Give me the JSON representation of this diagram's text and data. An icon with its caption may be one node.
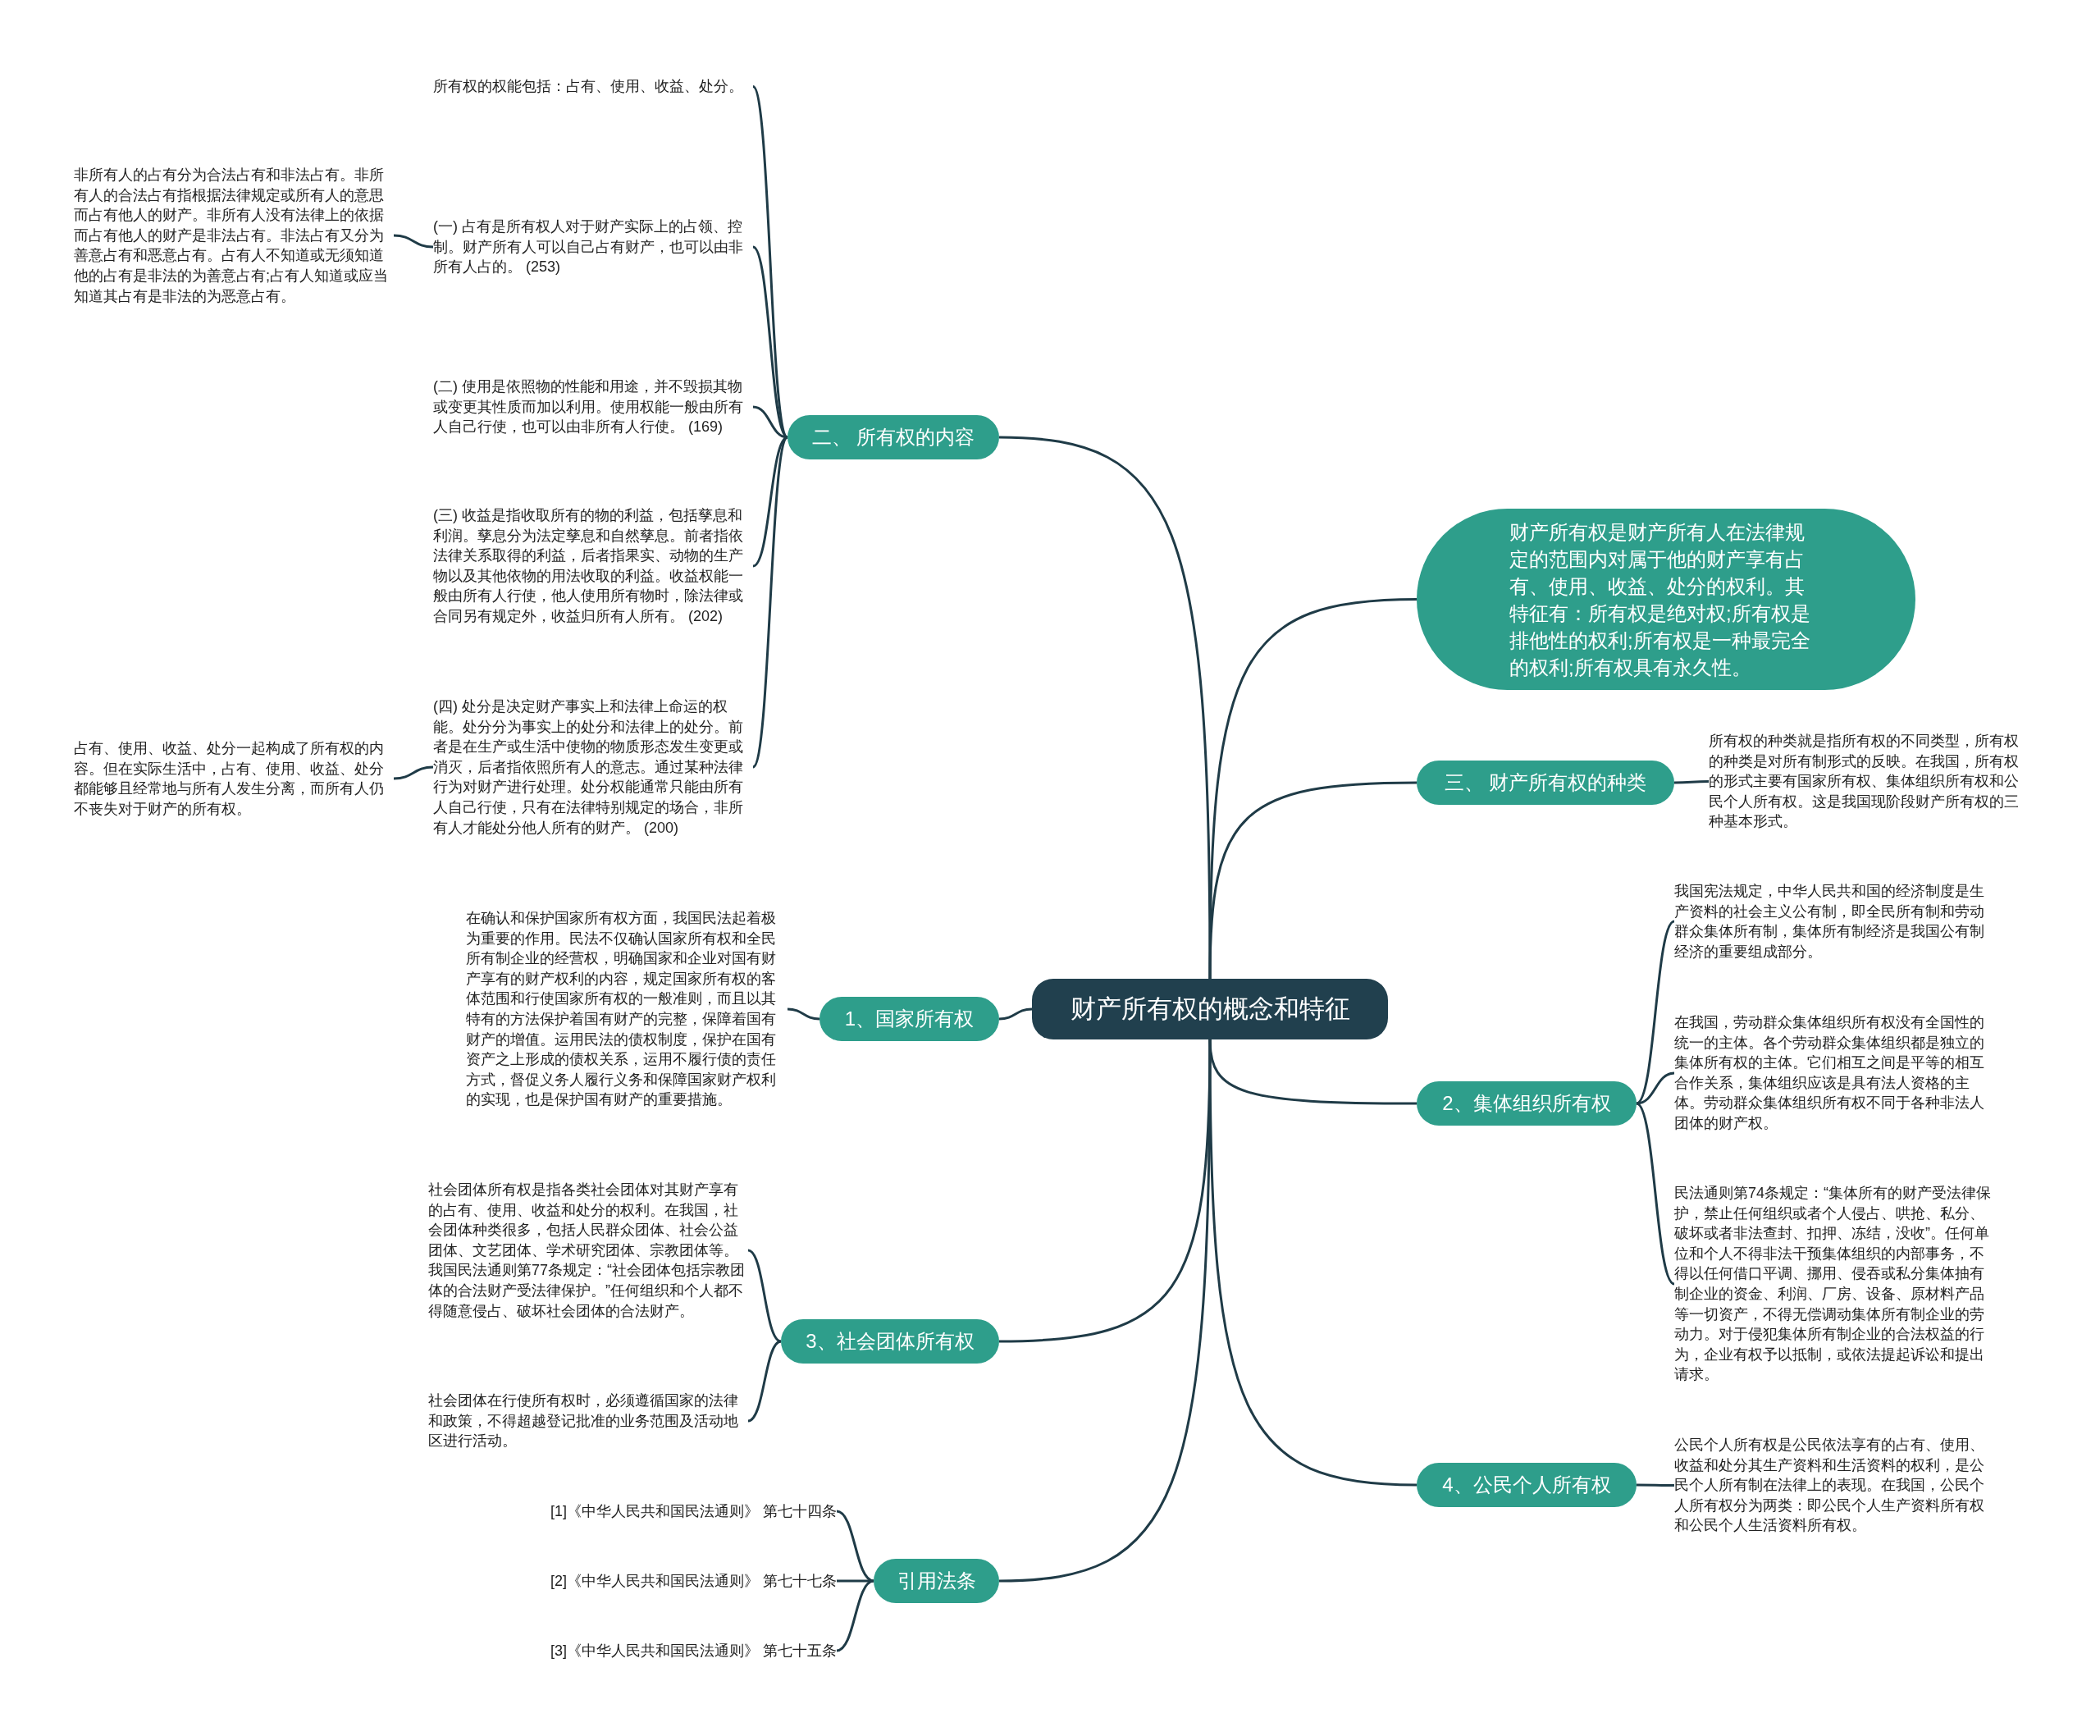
{
  "diagram": {
    "nodes": [
      {
        "text": [
          "财产所有权的概念和特征"
        ]
      },
      {
        "text": [
          "二、 所有权的内容"
        ]
      },
      {
        "text": [
          "所有权的权能包括：占有、使用、收益、处分。"
        ]
      },
      {
        "text": [
          "(一) 占有是所有权人对于财产实际上的占领、控制。财产所有人可以自己占有财产，也可以由非所有人占的。 (253)"
        ]
      },
      {
        "text": [
          "非所有人的占有分为合法占有和非法占有。非所有人的合法占有指根据法律规定或所有人的意思而占有他人的财产。非所有人没有法律上的依据而占有他人的财产是非法占有。非法占有又分为善意占有和恶意占有。占有人不知道或无须知道他的占有是非法的为善意占有;占有人知道或应当知道其占有是非法的为恶意占有。"
        ]
      },
      {
        "text": [
          "(二) 使用是依照物的性能和用途，并不毁损其物或变更其性质而加以利用。使用权能一般由所有人自己行使，也可以由非所有人行使。 (169)"
        ]
      },
      {
        "text": [
          "(三) 收益是指收取所有的物的利益，包括孳息和利润。孳息分为法定孳息和自然孳息。前者指依法律关系取得的利益，后者指果实、动物的生产物以及其他依物的用法收取的利益。收益权能一般由所有人行使，他人使用所有物时，除法律或合同另有规定外，收益归所有人所有。 (202)"
        ]
      },
      {
        "text": [
          "(四) 处分是决定财产事实上和法律上命运的权能。处分分为事实上的处分和法律上的处分。前者是在生产或生活中使物的物质形态发生变更或消灭，后者指依照所有人的意志。通过某种法律行为对财产进行处理。处分权能通常只能由所有人自己行使，只有在法律特别规定的场合，非所有人才能处分他人所有的财产。 (200)"
        ]
      },
      {
        "text": [
          "占有、使用、收益、处分一起构成了所有权的内容。但在实际生活中，占有、使用、收益、处分都能够且经常地与所有人发生分离，而所有人仍不丧失对于财产的所有权。"
        ]
      },
      {
        "text": [
          "财产所有权是财产所有人在法律规定的范围内对属于他的财产享有占有、使用、收益、处分的权利。其特征有：所有权是绝对权;所有权是排他性的权利;所有权是一种最完全的权利;所有权具有永久性。"
        ]
      },
      {
        "text": [
          "三、 财产所有权的种类"
        ]
      },
      {
        "text": [
          "所有权的种类就是指所有权的不同类型，所有权的种类是对所有制形式的反映。在我国，所有权的形式主要有国家所有权、集体组织所有权和公民个人所有权。这是我国现阶段财产所有权的三种基本形式。"
        ]
      },
      {
        "text": [
          "1、国家所有权"
        ]
      },
      {
        "text": [
          "在确认和保护国家所有权方面，我国民法起着极为重要的作用。民法不仅确认国家所有权和全民所有制企业的经营权，明确国家和企业对国有财产享有的财产权利的内容，规定国家所有权的客体范围和行使国家所有权的一般准则，而且以其特有的方法保护着国有财产的完整，保障着国有财产的增值。运用民法的债权制度，保护在国有资产之上形成的债权关系，运用不履行债的责任方式，督促义务人履行义务和保障国家财产权利的实现，也是保护国有财产的重要措施。"
        ]
      },
      {
        "text": [
          "2、集体组织所有权"
        ]
      },
      {
        "text": [
          "我国宪法规定，中华人民共和国的经济制度是生产资料的社会主义公有制，即全民所有制和劳动群众集体所有制，集体所有制经济是我国公有制经济的重要组成部分。"
        ]
      },
      {
        "text": [
          "在我国，劳动群众集体组织所有权没有全国性的统一的主体。各个劳动群众集体组织都是独立的集体所有权的主体。它们相互之间是平等的相互合作关系，集体组织应该是具有法人资格的主体。劳动群众集体组织所有权不同于各种非法人团体的财产权。"
        ]
      },
      {
        "text": [
          "民法通则第74条规定：“集体所有的财产受法律保护，禁止任何组织或者个人侵占、哄抢、私分、破坏或者非法查封、扣押、冻结，没收”。任何单位和个人不得非法干预集体组织的内部事务，不得以任何借口平调、挪用、侵吞或私分集体抽有制企业的资金、利润、厂房、设备、原材料产品等一切资产，不得无偿调动集体所有制企业的劳动力。对于侵犯集体所有制企业的合法权益的行为，企业有权予以抵制，或依法提起诉讼和提出请求。"
        ]
      },
      {
        "text": [
          "3、社会团体所有权"
        ]
      },
      {
        "text": [
          "社会团体所有权是指各类社会团体对其财产享有的占有、使用、收益和处分的权利。在我国，社会团体种类很多，包括人民群众团体、社会公益团体、文艺团体、学术研究团体、宗教团体等。我国民法通则第77条规定：“社会团体包括宗教团体的合法财产受法律保护。”任何组织和个人都不得随意侵占、破坏社会团体的合法财产。"
        ]
      },
      {
        "text": [
          "社会团体在行使所有权时，必须遵循国家的法律和政策，不得超越登记批准的业务范围及活动地区进行活动。"
        ]
      },
      {
        "text": [
          "4、公民个人所有权"
        ]
      },
      {
        "text": [
          "公民个人所有权是公民依法享有的占有、使用、收益和处分其生产资料和生活资料的权利，是公民个人所有制在法律上的表现。在我国，公民个人所有权分为两类：即公民个人生产资料所有权和公民个人生活资料所有权。"
        ]
      },
      {
        "text": [
          "引用法条"
        ]
      },
      {
        "text": [
          "[1]《中华人民共和国民法通则》 第七十四条"
        ]
      },
      {
        "text": [
          "[2]《中华人民共和国民法通则》 第七十七条"
        ]
      },
      {
        "text": [
          "[3]《中华人民共和国民法通则》 第七十五条"
        ]
      }
    ],
    "edges": [
      {
        "from": 0,
        "to": 1,
        "arrow": "none"
      },
      {
        "from": 1,
        "to": 2,
        "arrow": "none"
      },
      {
        "from": 1,
        "to": 3,
        "arrow": "none"
      },
      {
        "from": 3,
        "to": 4,
        "arrow": "none"
      },
      {
        "from": 1,
        "to": 5,
        "arrow": "none"
      },
      {
        "from": 1,
        "to": 6,
        "arrow": "none"
      },
      {
        "from": 1,
        "to": 7,
        "arrow": "none"
      },
      {
        "from": 7,
        "to": 8,
        "arrow": "none"
      },
      {
        "from": 0,
        "to": 9,
        "arrow": "none"
      },
      {
        "from": 0,
        "to": 10,
        "arrow": "none"
      },
      {
        "from": 10,
        "to": 11,
        "arrow": "none"
      },
      {
        "from": 0,
        "to": 12,
        "arrow": "none"
      },
      {
        "from": 12,
        "to": 13,
        "arrow": "none"
      },
      {
        "from": 0,
        "to": 14,
        "arrow": "none"
      },
      {
        "from": 14,
        "to": 15,
        "arrow": "none"
      },
      {
        "from": 14,
        "to": 16,
        "arrow": "none"
      },
      {
        "from": 14,
        "to": 17,
        "arrow": "none"
      },
      {
        "from": 0,
        "to": 18,
        "arrow": "none"
      },
      {
        "from": 18,
        "to": 19,
        "arrow": "none"
      },
      {
        "from": 18,
        "to": 20,
        "arrow": "none"
      },
      {
        "from": 0,
        "to": 21,
        "arrow": "none"
      },
      {
        "from": 21,
        "to": 22,
        "arrow": "none"
      },
      {
        "from": 0,
        "to": 23,
        "arrow": "none"
      },
      {
        "from": 23,
        "to": 24,
        "arrow": "none"
      },
      {
        "from": 23,
        "to": 25,
        "arrow": "none"
      },
      {
        "from": 23,
        "to": 26,
        "arrow": "none"
      }
    ]
  }
}
